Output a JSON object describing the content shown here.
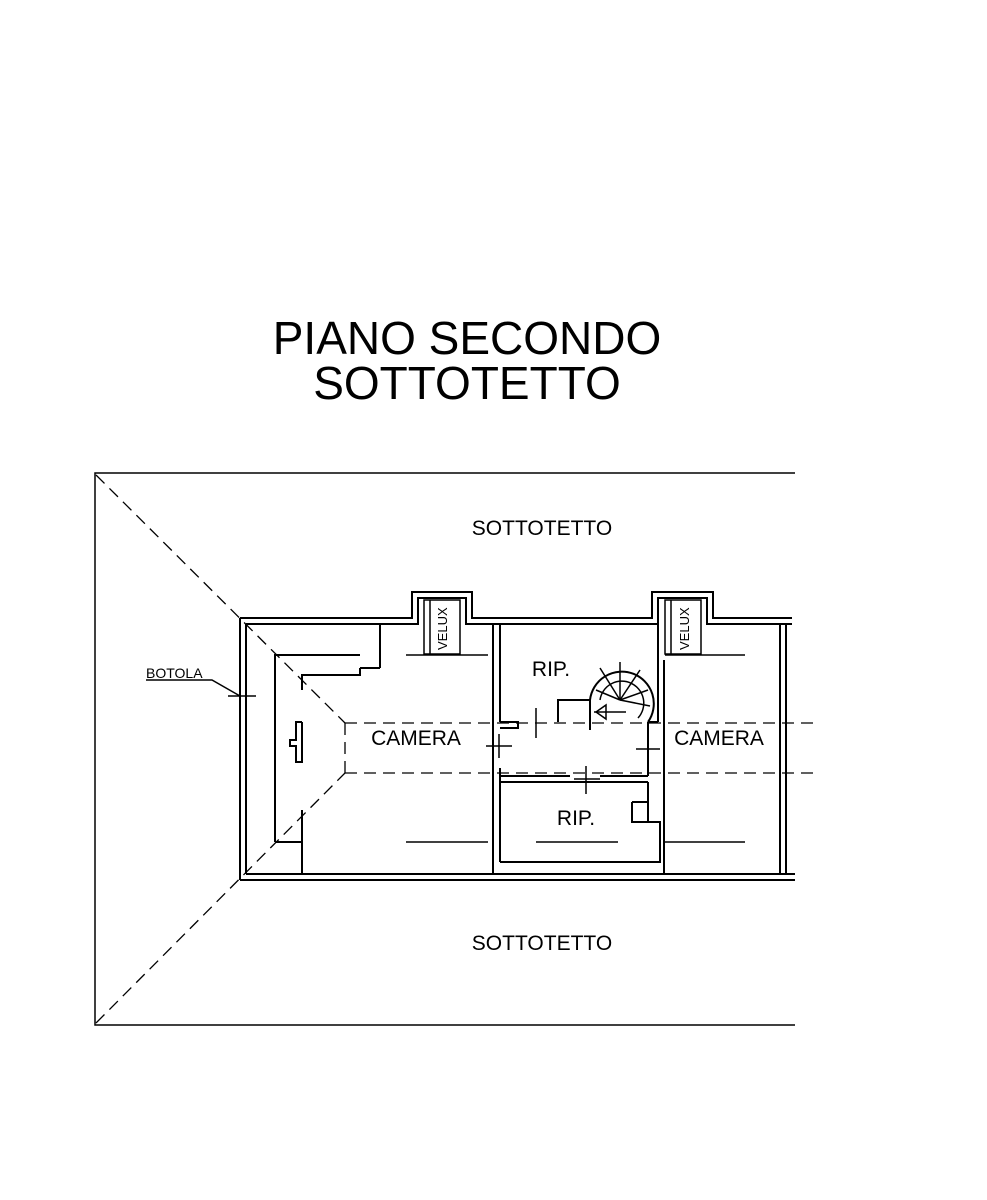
{
  "title": {
    "line1": "PIANO SECONDO",
    "line2": "SOTTOTETTO"
  },
  "labels": {
    "attic_top": "SOTTOTETTO",
    "attic_bottom": "SOTTOTETTO",
    "hatch": "BOTOLA",
    "room_left": "CAMERA",
    "room_right": "CAMERA",
    "storage_top": "RIP.",
    "storage_bottom": "RIP.",
    "skylight_left": "VELUX",
    "skylight_right": "VELUX"
  }
}
